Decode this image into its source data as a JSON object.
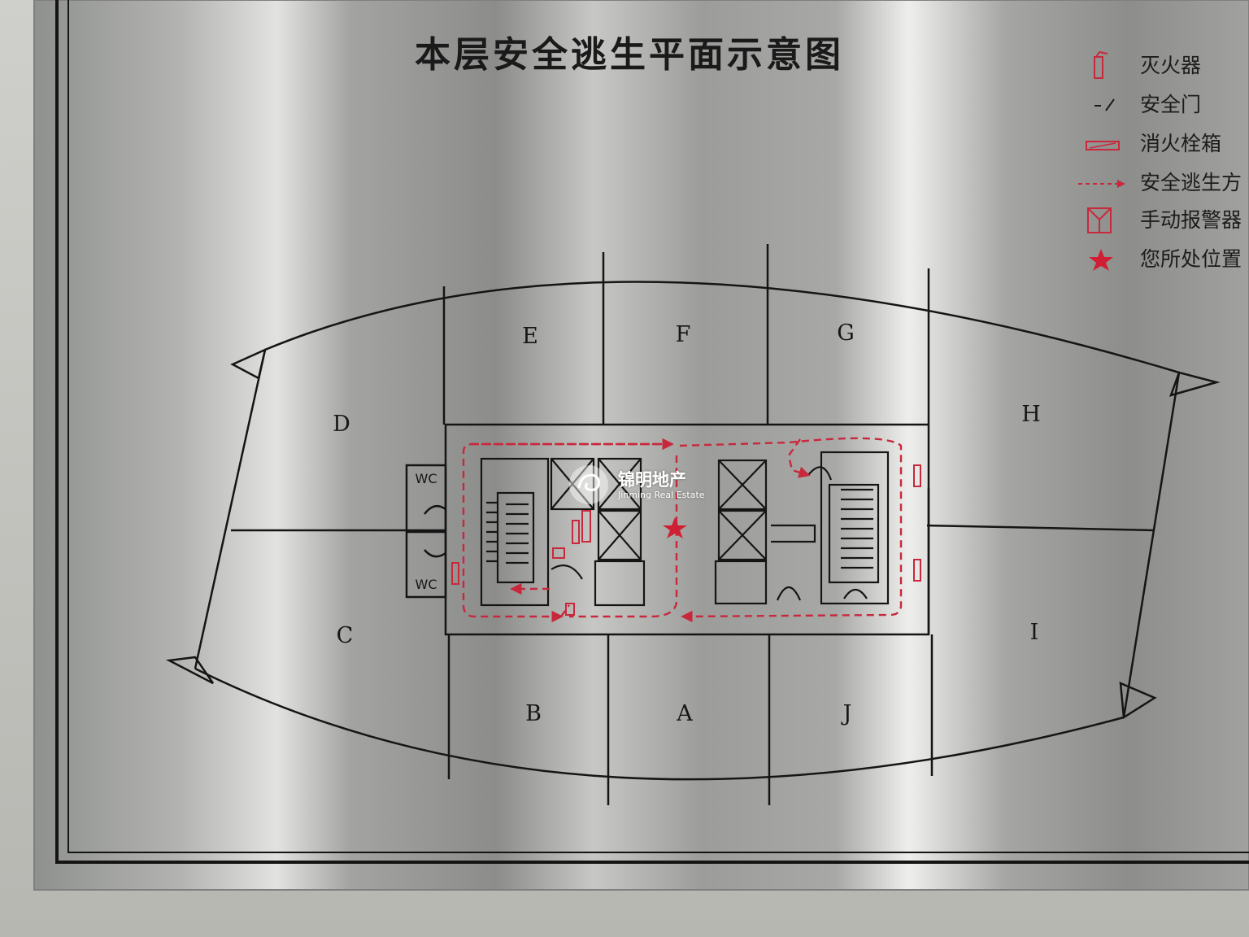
{
  "title": "本层安全逃生平面示意图",
  "legend": [
    {
      "icon": "fire-extinguisher-icon",
      "label": "灭火器"
    },
    {
      "icon": "safety-door-icon",
      "label": "安全门"
    },
    {
      "icon": "fire-hydrant-box-icon",
      "label": "消火栓箱"
    },
    {
      "icon": "escape-direction-arrow-icon",
      "label": "安全逃生方"
    },
    {
      "icon": "manual-alarm-icon",
      "label": "手动报警器"
    },
    {
      "icon": "you-are-here-star-icon",
      "label": "您所处位置"
    }
  ],
  "units": {
    "A": "A",
    "B": "B",
    "C": "C",
    "D": "D",
    "E": "E",
    "F": "F",
    "G": "G",
    "H": "H",
    "I": "I",
    "J": "J"
  },
  "restrooms": {
    "upper": "WC",
    "lower": "WC"
  },
  "watermark": {
    "name": "锦明地产",
    "english": "Jinming Real Estate"
  },
  "colors": {
    "accent_red": "#c8283c",
    "plate": "#a9aaa7",
    "line": "#151515"
  }
}
